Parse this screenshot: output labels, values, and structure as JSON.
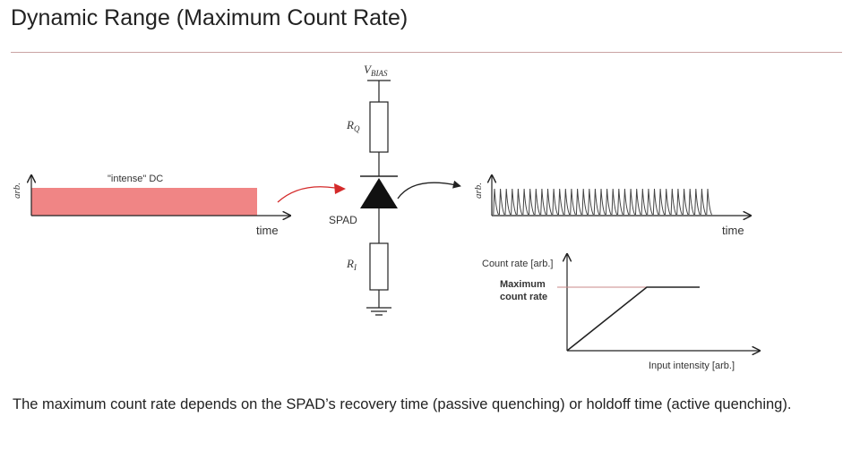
{
  "title": "Dynamic Range (Maximum Count Rate)",
  "caption": "The maximum count rate depends on the SPAD’s recovery time (passive quenching) or holdoff time (active quenching).",
  "input_plot": {
    "signal_label": "\"intense\" DC",
    "y_axis_label": "arb.",
    "x_axis_label": "time"
  },
  "circuit": {
    "bias_label": {
      "main": "V",
      "sub": "BIAS"
    },
    "quench_resistor": {
      "main": "R",
      "sub": "Q"
    },
    "load_resistor": {
      "main": "R",
      "sub": "I"
    },
    "diode_label": "SPAD"
  },
  "output_plot": {
    "y_axis_label": "arb.",
    "x_axis_label": "time",
    "pulse_count": 37
  },
  "count_plot": {
    "y_axis_label": "Count rate [arb.]",
    "x_axis_label": "Input intensity [arb.]",
    "max_label_line1": "Maximum",
    "max_label_line2": "count rate"
  },
  "colors": {
    "signal_fill": "#f08585",
    "arrow_red": "#d42a2a",
    "max_line": "#c98a8a",
    "rule": "#c9a3a3"
  }
}
